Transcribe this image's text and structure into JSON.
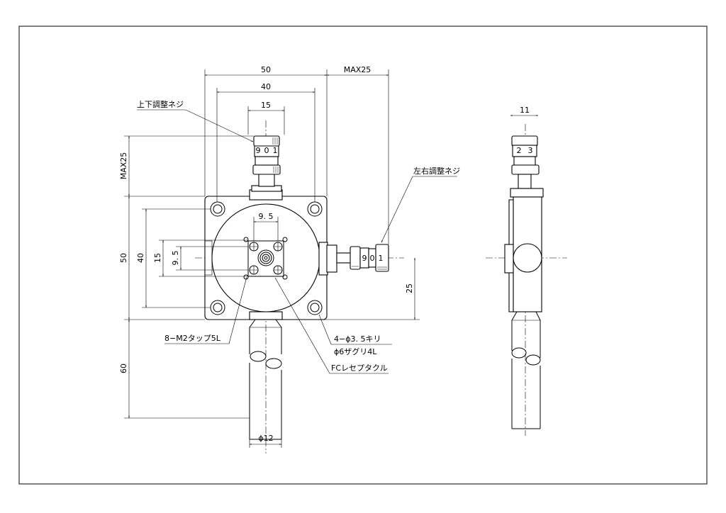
{
  "dimensions": {
    "width_50": "50",
    "max25_h": "MAX25",
    "width_40": "40",
    "width_15": "15",
    "max25_v": "MAX25",
    "height_50": "50",
    "height_40": "40",
    "height_15": "15",
    "height_9_5": "9. 5",
    "width_9_5": "9. 5",
    "offset_25": "25",
    "length_60": "60",
    "dia_12": "ϕ12",
    "side_11": "11"
  },
  "labels": {
    "vertical_screw": "上下調整ネジ",
    "horizontal_screw": "左右調整ネジ",
    "tap_holes": "8−M2タップ5L",
    "drill_holes_1": "4−ϕ3. 5キリ",
    "drill_holes_2": "ϕ6ザグリ4L",
    "fc_receptacle": "FCレセプタクル"
  },
  "knob_scale": {
    "top": [
      "9",
      "0",
      "1"
    ],
    "right": [
      "9",
      "0",
      "1"
    ],
    "side": [
      "2",
      "3"
    ]
  }
}
